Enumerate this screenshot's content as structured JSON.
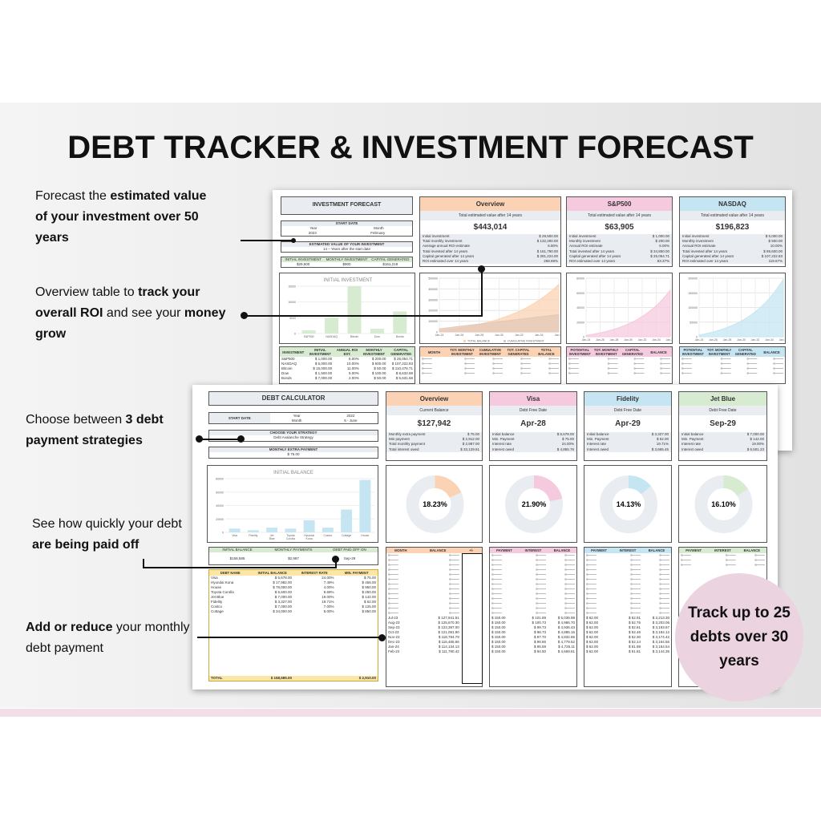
{
  "title": "DEBT TRACKER & INVESTMENT FORECAST",
  "colors": {
    "orange": "#fbd3b4",
    "pink": "#f5c9de",
    "blue": "#c6e5f2",
    "green": "#d6ebd0",
    "yellow": "#fbe6a8",
    "badge": "#ecd3e0"
  },
  "notes": [
    {
      "pre": "Forecast the ",
      "bold": "estimated value of your investment over 50 years",
      "post": ""
    },
    {
      "pre": "Overview table to ",
      "bold": "track your overall ROI",
      "post": " and see your ",
      "bold2": "money grow"
    },
    {
      "pre": "Choose between ",
      "bold": "3 debt payment strategies",
      "post": ""
    },
    {
      "pre": "See how quickly your debt ",
      "bold": "are being paid off",
      "post": ""
    },
    {
      "pre": "",
      "bold": "Add or reduce",
      "post": " your monthly debt payment"
    }
  ],
  "badge": "Track up to 25 debts over 30 years",
  "investment": {
    "title": "INVESTMENT FORECAST",
    "start_date_label": "START DATE",
    "year_label": "Year",
    "year": "2023",
    "month_label": "Month",
    "month": "February",
    "estimated_label": "ESTIMATED VALUE OF YOUR INVESTMENT",
    "years": "14",
    "years_text": "Years after the start date",
    "summary_headers": [
      "INITIAL INVESTMENT",
      "MONTHLY INVESTMENT",
      "CAPITAL GENERATED"
    ],
    "summary_values": [
      "$29,500",
      "$900",
      "$161,219"
    ],
    "chart_title": "INITIAL INVESTMENT",
    "table_headers": [
      "INVESTMENT",
      "INITIAL INVESTMENT",
      "ANNUAL ROI EST.",
      "MONTHLY INVESTMENT",
      "CAPITAL GENERATED"
    ],
    "table_rows": [
      [
        "S&P500",
        "$ 1,000.00",
        "6.00%",
        "$ 200.00",
        "$ 25,054.71"
      ],
      [
        "NASDAQ",
        "$ 5,000.00",
        "10.00%",
        "$ 500.00",
        "$ 107,222.83"
      ],
      [
        "Bitcoin",
        "$ 15,000.00",
        "11.00%",
        "$ 50.00",
        "$ 110,476.71"
      ],
      [
        "Dow",
        "$ 1,500.00",
        "5.00%",
        "$ 100.00",
        "$ 8,632.88"
      ],
      [
        "Bonds",
        "$ 7,000.00",
        "2.00%",
        "$ 50.00",
        "$ 5,631.68"
      ]
    ],
    "cards": [
      {
        "name": "Overview",
        "subtitle": "Total estimated value after 14 years",
        "value": "$443,014",
        "color": "#fbd3b4",
        "rows": [
          [
            "Initial investment",
            "$ 29,500.00"
          ],
          [
            "Total monthly investment",
            "$ 132,290.00"
          ],
          [
            "Average annual ROI estimate",
            "6.80%"
          ],
          [
            "Total invested after 14 years",
            "$ 161,790.00"
          ],
          [
            "Capital generated after 14 years",
            "$ 281,224.00"
          ],
          [
            "ROI estimated over 14 years",
            "268.69%"
          ]
        ],
        "table_headers": [
          "MONTH",
          "TOT. MONTHLY INVESTMENT",
          "CUMULATIVE INVESTMENT",
          "TOT. CAPITAL GENERATED",
          "TOTAL BALANCE"
        ]
      },
      {
        "name": "S&P500",
        "subtitle": "Total estimated value after 14 years",
        "value": "$63,905",
        "color": "#f5c9de",
        "rows": [
          [
            "Initial investment",
            "$ 1,000.00"
          ],
          [
            "Monthly investment",
            "$ 200.00"
          ],
          [
            "Annual ROI estimate",
            "6.00%"
          ],
          [
            "Total invested after 14 years",
            "$ 34,850.00"
          ],
          [
            "Capital generated after 14 years",
            "$ 25,054.71"
          ],
          [
            "ROI estimated over 14 years",
            "83.37%"
          ]
        ],
        "table_headers": [
          "POTENTIAL INVESTMENT",
          "TOT. MONTHLY INVESTMENT",
          "CAPITAL GENERATED",
          "BALANCE"
        ]
      },
      {
        "name": "NASDAQ",
        "subtitle": "Total estimated value after 14 years",
        "value": "$196,823",
        "color": "#c6e5f2",
        "rows": [
          [
            "Initial investment",
            "$ 5,000.00"
          ],
          [
            "Monthly investment",
            "$ 500.00"
          ],
          [
            "Annual ROI estimate",
            "10.00%"
          ],
          [
            "Total invested after 14 years",
            "$ 89,600.00"
          ],
          [
            "Capital generated after 14 years",
            "$ 107,222.83"
          ],
          [
            "ROI estimated over 14 years",
            "119.67%"
          ]
        ],
        "table_headers": [
          "POTENTIAL INVESTMENT",
          "TOT. MONTHLY INVESTMENT",
          "CAPITAL GENERATED",
          "BALANCE"
        ]
      }
    ],
    "legend": [
      "TOTAL BALANCE",
      "CUMULATIVE INVESTMENT"
    ]
  },
  "debt": {
    "title": "DEBT CALCULATOR",
    "start_date_label": "START DATE",
    "year_label": "Year",
    "year": "2022",
    "month_label": "Month",
    "month": "6 - June",
    "strategy_label": "CHOOSE YOUR STRATEGY",
    "strategy": "Debt Avalanche Strategy",
    "extra_label": "MONTHLY EXTRA PAYMENT",
    "extra": "$ 75.00",
    "chart_title": "INITIAL BALANCE",
    "summary_headers": [
      "INITIAL BALANCE",
      "MONTHLY PAYMENTS",
      "DEBT PAID OFF ON"
    ],
    "summary_values": [
      "$158,585",
      "$2,987",
      "Sep-29"
    ],
    "table_headers": [
      "DEBT NAME",
      "INITIAL BALANCE",
      "INTEREST RATE",
      "MIN. PAYMENT"
    ],
    "table_rows": [
      [
        "Visa",
        "$ 5,678.00",
        "24.00%",
        "$ 75.00"
      ],
      [
        "Hyundai Kona",
        "$ 17,982.00",
        "7.49%",
        "$ 456.00"
      ],
      [
        "House",
        "$ 78,000.00",
        "4.00%",
        "$ 950.00"
      ],
      [
        "Toyota Corolla",
        "$ 5,600.00",
        "9.69%",
        "$ 250.00"
      ],
      [
        "Jet Blue",
        "$ 7,000.00",
        "19.00%",
        "$ 142.00"
      ],
      [
        "Fidelity",
        "$ 3,327.00",
        "19.71%",
        "$ 62.00"
      ],
      [
        "Costco",
        "$ 7,000.00",
        "7.00%",
        "$ 125.00"
      ],
      [
        "Cottage",
        "$ 34,000.00",
        "5.00%",
        "$ 850.00"
      ]
    ],
    "total": [
      "TOTAL",
      "$ 158,585.00",
      "",
      "$ 2,910.00"
    ],
    "cards": [
      {
        "name": "Overview",
        "subtitle": "Current Balance",
        "value": "$127,942",
        "color": "#fbd3b4",
        "percent": 18.23,
        "percent_label": "18.23%",
        "rows": [
          [
            "Monthly extra payment",
            "$ 75.00"
          ],
          [
            "Min payment",
            "$ 2,912.00"
          ],
          [
            "Total monthly payment",
            "$ 2,987.00"
          ],
          [
            "Total interest owed",
            "$ 33,129.61"
          ]
        ]
      },
      {
        "name": "Visa",
        "subtitle": "Debt Free Date",
        "value": "Apr-28",
        "color": "#f5c9de",
        "percent": 21.9,
        "percent_label": "21.90%",
        "rows": [
          [
            "Initial balance",
            "$ 5,678.00"
          ],
          [
            "Min. Payment",
            "$ 75.00"
          ],
          [
            "Interest rate",
            "24.00%"
          ],
          [
            "Interest owed",
            "$ 4,855.76"
          ]
        ]
      },
      {
        "name": "Fidelity",
        "subtitle": "Debt Free Date",
        "value": "Apr-29",
        "color": "#c6e5f2",
        "percent": 14.13,
        "percent_label": "14.13%",
        "rows": [
          [
            "Initial balance",
            "$ 3,327.00"
          ],
          [
            "Min. Payment",
            "$ 62.00"
          ],
          [
            "Interest rate",
            "19.71%"
          ],
          [
            "Interest owed",
            "$ 3,665.45"
          ]
        ]
      },
      {
        "name": "Jet Blue",
        "subtitle": "Debt Free Date",
        "value": "Sep-29",
        "color": "#d6ebd0",
        "percent": 16.1,
        "percent_label": "16.10%",
        "rows": [
          [
            "Initial balance",
            "$ 7,000.00"
          ],
          [
            "Min. Payment",
            "$ 142.00"
          ],
          [
            "Interest rate",
            "19.00%"
          ],
          [
            "Interest owed",
            "$ 6,501.23"
          ]
        ]
      }
    ],
    "overview_table": {
      "headers": [
        "MONTH",
        "BALANCE",
        "+/-"
      ],
      "rows": [
        [
          "Jul-23",
          "$ 127,941.51",
          ""
        ],
        [
          "Aug-23",
          "$ 125,670.30",
          ""
        ],
        [
          "Sep-23",
          "$ 123,387.00",
          ""
        ],
        [
          "Oct-23",
          "$ 121,091.90",
          ""
        ],
        [
          "Nov-23",
          "$ 118,784.79",
          ""
        ],
        [
          "Dec-23",
          "$ 116,465.66",
          ""
        ],
        [
          "Jan-24",
          "$ 114,134.13",
          ""
        ],
        [
          "Feb-24",
          "$ 111,790.42",
          ""
        ]
      ]
    },
    "payment_tables": [
      {
        "headers": [
          "PAYMENT",
          "INTEREST",
          "BALANCE"
        ],
        "rows": [
          [
            "$ 150.00",
            "$ 101.89",
            "$ 5,035.98"
          ],
          [
            "$ 150.00",
            "$ 100.73",
            "$ 4,986.70"
          ],
          [
            "$ 150.00",
            "$ 99.73",
            "$ 4,936.43"
          ],
          [
            "$ 150.00",
            "$ 98.73",
            "$ 4,885.16"
          ],
          [
            "$ 150.00",
            "$ 97.70",
            "$ 4,832.86"
          ],
          [
            "$ 150.00",
            "$ 96.66",
            "$ 4,779.52"
          ],
          [
            "$ 150.00",
            "$ 95.59",
            "$ 4,725.11"
          ],
          [
            "$ 150.00",
            "$ 94.50",
            "$ 4,669.61"
          ]
        ]
      },
      {
        "headers": [
          "PAYMENT",
          "INTEREST",
          "BALANCE"
        ],
        "rows": [
          [
            "$ 62.00",
            "$ 52.91",
            "$ 3,213.30"
          ],
          [
            "$ 62.00",
            "$ 52.76",
            "$ 3,203.06"
          ],
          [
            "$ 62.00",
            "$ 52.61",
            "$ 3,193.67"
          ],
          [
            "$ 62.00",
            "$ 52.46",
            "$ 3,184.12"
          ],
          [
            "$ 62.00",
            "$ 52.30",
            "$ 3,174.42"
          ],
          [
            "$ 62.00",
            "$ 52.14",
            "$ 3,164.56"
          ],
          [
            "$ 62.00",
            "$ 51.98",
            "$ 3,154.54"
          ],
          [
            "$ 62.00",
            "$ 51.81",
            "$ 3,144.35"
          ]
        ]
      },
      {
        "headers": [
          "PAYMENT",
          "INTEREST",
          "BALANCE"
        ],
        "rows": []
      }
    ]
  },
  "chart_data": [
    {
      "type": "bar",
      "title": "INITIAL INVESTMENT",
      "categories": [
        "S&P500",
        "NASDAQ",
        "Bitcoin",
        "Dow",
        "Bonds"
      ],
      "values": [
        1000,
        5000,
        15000,
        1500,
        7000
      ],
      "yticks": [
        0,
        5000,
        10000,
        15000
      ],
      "ylim": [
        0,
        15000
      ],
      "color": "#d6ebd0"
    },
    {
      "type": "area",
      "series": [
        {
          "name": "TOTAL BALANCE",
          "end": 443014,
          "color": "#fbd3b4"
        },
        {
          "name": "CUMULATIVE INVESTMENT",
          "end": 161790,
          "color": "#e3c8b8"
        }
      ],
      "xticks": [
        "Jan-24",
        "Jan-26",
        "Jan-28",
        "Jan-30",
        "Jan-32",
        "Jan-34",
        "Jan-36"
      ],
      "yticks": [
        0,
        100000,
        200000,
        300000,
        400000,
        500000
      ],
      "ylim": [
        0,
        500000
      ]
    },
    {
      "type": "area",
      "series": [
        {
          "end": 63905,
          "color": "#f5c9de"
        }
      ],
      "xticks": [
        "Jan-24",
        "Jan-26",
        "Jan-28",
        "Jan-30",
        "Jan-32",
        "Jan-34",
        "Jan-36"
      ],
      "yticks": [
        0,
        20000,
        40000,
        60000,
        80000
      ],
      "ylim": [
        0,
        80000
      ]
    },
    {
      "type": "area",
      "series": [
        {
          "end": 196823,
          "color": "#c6e5f2"
        }
      ],
      "xticks": [
        "Jan-24",
        "Jan-26",
        "Jan-28",
        "Jan-30",
        "Jan-32",
        "Jan-34",
        "Jan-36"
      ],
      "yticks": [
        0,
        50000,
        100000,
        150000,
        200000
      ],
      "ylim": [
        0,
        200000
      ]
    },
    {
      "type": "bar",
      "title": "INITIAL BALANCE",
      "categories": [
        "Visa",
        "Fidelity",
        "Jet Blue",
        "Toyota Corolla",
        "Hyundai Kona",
        "Costco",
        "Cottage",
        "House"
      ],
      "values": [
        5678,
        3327,
        7000,
        5600,
        17982,
        7000,
        34000,
        78000
      ],
      "yticks": [
        0,
        20000,
        40000,
        60000,
        80000
      ],
      "ylim": [
        0,
        80000
      ],
      "color": "#c6e5f2"
    }
  ]
}
